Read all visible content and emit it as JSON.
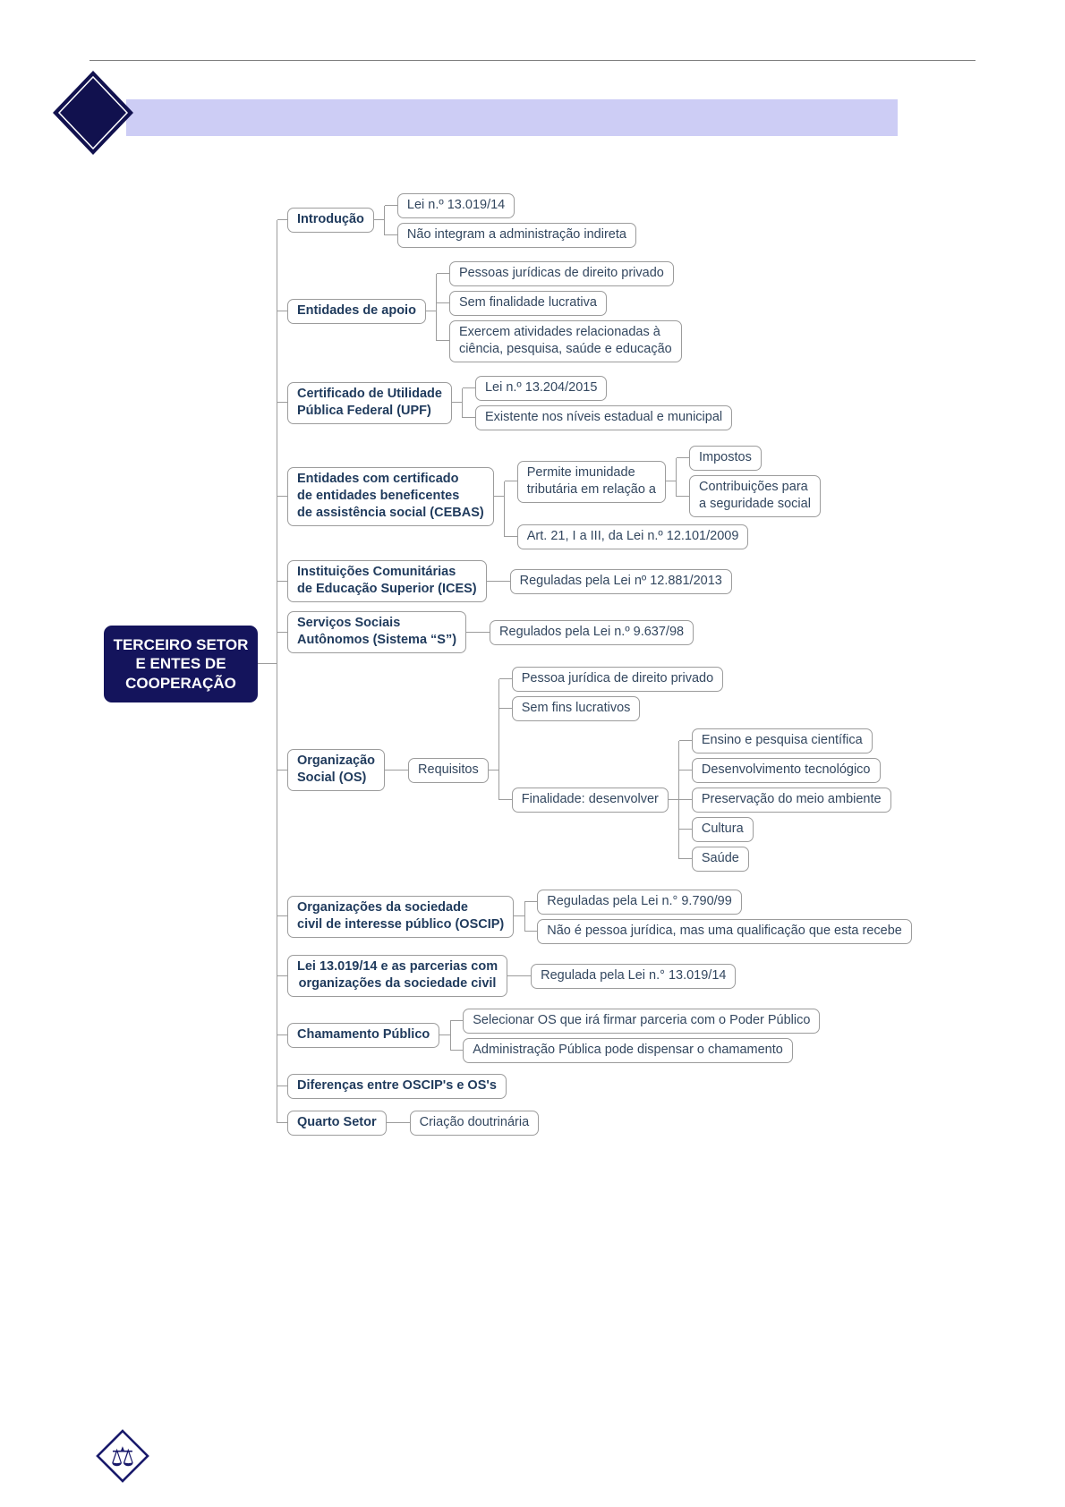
{
  "header": {
    "divider": "horizontal-rule",
    "banner_color": "#cdcdf5",
    "logo_icon": "diamond-logo-icon"
  },
  "footer": {
    "logo_icon": "scales-of-justice-icon",
    "glyph": "⚖"
  },
  "colors": {
    "root_bg": "#14145c",
    "box_border": "#9c9c9c",
    "connector": "#9c9c9c",
    "text": "#33475f",
    "bold_text": "#1f3a5c",
    "banner": "#cdcdf5"
  },
  "tree": {
    "root": {
      "label": "TERCEIRO SETOR\nE ENTES DE\nCOOPERAÇÃO"
    },
    "branches": [
      {
        "label": "Introdução",
        "children": [
          {
            "label": "Lei n.º 13.019/14"
          },
          {
            "label": "Não integram a administração indireta"
          }
        ]
      },
      {
        "label": "Entidades de apoio",
        "children": [
          {
            "label": "Pessoas jurídicas de direito privado"
          },
          {
            "label": "Sem finalidade lucrativa"
          },
          {
            "label": "Exercem atividades relacionadas à\nciência, pesquisa, saúde e educação"
          }
        ]
      },
      {
        "label": "Certificado de Utilidade\nPública Federal (UPF)",
        "children": [
          {
            "label": "Lei n.º 13.204/2015"
          },
          {
            "label": "Existente nos níveis estadual e municipal"
          }
        ]
      },
      {
        "label": "Entidades com certificado\nde entidades beneficentes\nde assistência social (CEBAS)",
        "children": [
          {
            "label": "Permite imunidade\ntributária em relação a",
            "children": [
              {
                "label": "Impostos"
              },
              {
                "label": "Contribuições para\na seguridade social"
              }
            ]
          },
          {
            "label": "Art. 21, I a III, da Lei n.º 12.101/2009"
          }
        ]
      },
      {
        "label": "Instituições Comunitárias\nde Educação Superior (ICES)",
        "children": [
          {
            "label": "Reguladas pela Lei nº 12.881/2013"
          }
        ]
      },
      {
        "label": "Serviços Sociais\nAutônomos (Sistema “S”)",
        "children": [
          {
            "label": "Regulados pela Lei n.º 9.637/98"
          }
        ]
      },
      {
        "label": "Organização\nSocial (OS)",
        "children": [
          {
            "label": "Requisitos",
            "children": [
              {
                "label": "Pessoa jurídica de direito privado"
              },
              {
                "label": "Sem fins lucrativos"
              },
              {
                "label": "Finalidade: desenvolver",
                "children": [
                  {
                    "label": "Ensino e pesquisa científica"
                  },
                  {
                    "label": "Desenvolvimento tecnológico"
                  },
                  {
                    "label": "Preservação do meio ambiente"
                  },
                  {
                    "label": "Cultura"
                  },
                  {
                    "label": "Saúde"
                  }
                ]
              }
            ]
          }
        ]
      },
      {
        "label": "Organizações da sociedade\ncivil de interesse público (OSCIP)",
        "children": [
          {
            "label": "Reguladas pela Lei n.° 9.790/99"
          },
          {
            "label": "Não é pessoa jurídica, mas uma qualificação que esta recebe"
          }
        ]
      },
      {
        "label": "Lei 13.019/14 e as parcerias com\norganizações da sociedade civil",
        "children": [
          {
            "label": "Regulada pela Lei n.° 13.019/14"
          }
        ]
      },
      {
        "label": "Chamamento Público",
        "children": [
          {
            "label": "Selecionar OS que irá firmar parceria com o Poder Público"
          },
          {
            "label": "Administração Pública pode dispensar o chamamento"
          }
        ]
      },
      {
        "label": "Diferenças entre OSCIP's e OS's"
      },
      {
        "label": "Quarto Setor",
        "children": [
          {
            "label": "Criação doutrinária"
          }
        ]
      }
    ]
  }
}
